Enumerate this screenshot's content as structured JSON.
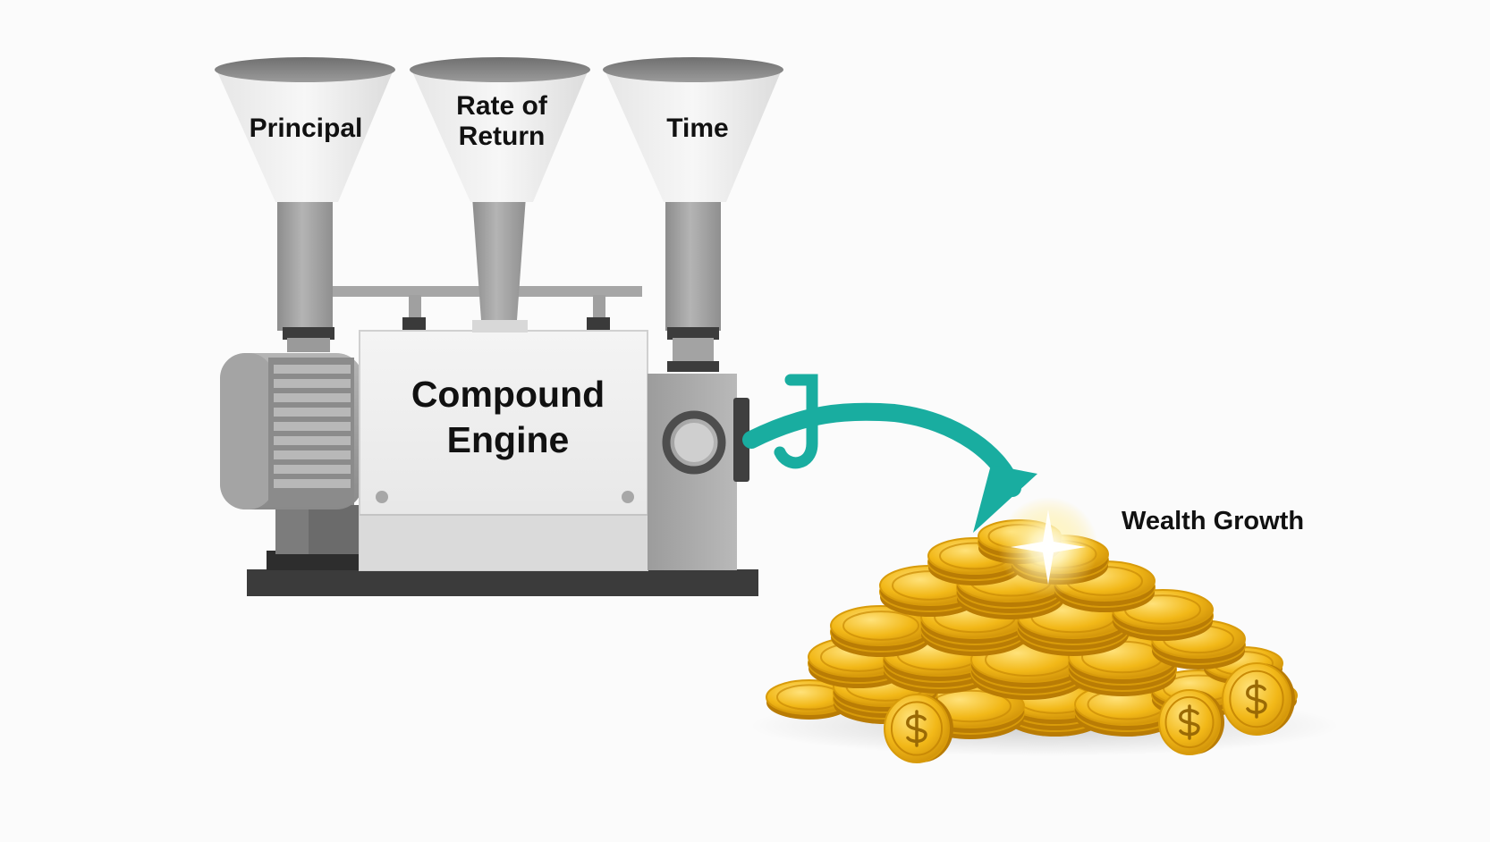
{
  "diagram": {
    "inputs": [
      {
        "label": "Principal"
      },
      {
        "label": "Rate of\nReturn"
      },
      {
        "label": "Time"
      }
    ],
    "engine": {
      "label": "Compound\nEngine"
    },
    "output": {
      "label": "Wealth Growth",
      "icon": "coin-pile-icon"
    },
    "colors": {
      "arrow": "#19ada0",
      "machine_light": "#efefef",
      "machine_mid": "#a6a6a6",
      "machine_dark": "#3d3d3d",
      "coin_gold": "#f0b515",
      "background": "#fbfbfb"
    }
  }
}
